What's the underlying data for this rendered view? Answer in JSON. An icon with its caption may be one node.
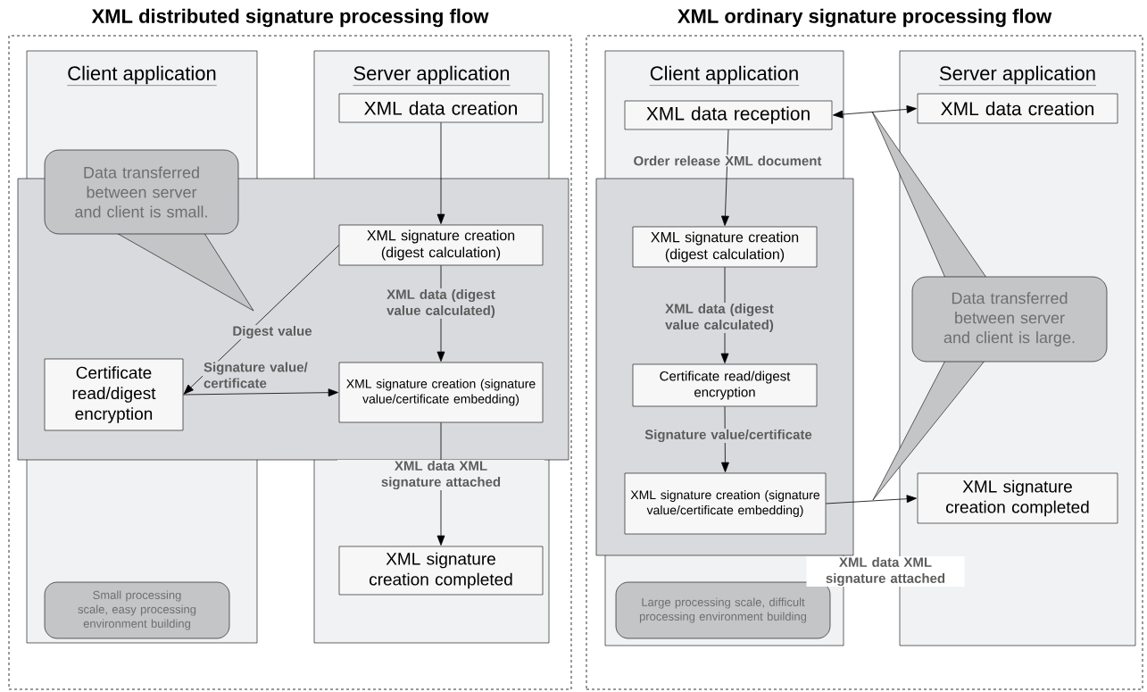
{
  "diagram": {
    "nodes": [
      {
        "text": [
          "XML distributed signature processing flow"
        ]
      },
      {
        "text": [
          "Client application"
        ],
        "in": 0
      },
      {
        "text": [
          "Server application"
        ],
        "in": 0
      },
      {
        "text": [
          "XML data creation"
        ],
        "in": 2
      },
      {
        "text": [
          "XML signature creation (digest calculation)"
        ],
        "in": 2
      },
      {
        "text": [
          "Certificate read/digest encryption"
        ],
        "in": 1
      },
      {
        "text": [
          "XML signature creation (signature value/certificate embedding)"
        ],
        "in": 2
      },
      {
        "text": [
          "XML signature creation completed"
        ],
        "in": 2
      },
      {
        "text": [
          "Data transferred between server and client is small."
        ],
        "in": 1
      },
      {
        "text": [
          "Small processing scale, easy processing environment building"
        ],
        "in": 1
      },
      {
        "text": [
          "XML ordinary signature processing flow"
        ]
      },
      {
        "text": [
          "Client application"
        ],
        "in": 10
      },
      {
        "text": [
          "Server application"
        ],
        "in": 10
      },
      {
        "text": [
          "XML data reception"
        ],
        "in": 11
      },
      {
        "text": [
          "XML data creation"
        ],
        "in": 12
      },
      {
        "text": [
          "XML signature creation (digest calculation)"
        ],
        "in": 11
      },
      {
        "text": [
          "Certificate read/digest encryption"
        ],
        "in": 11
      },
      {
        "text": [
          "XML signature creation (signature value/certificate embedding)"
        ],
        "in": 11
      },
      {
        "text": [
          "XML signature creation completed"
        ],
        "in": 12
      },
      {
        "text": [
          "Data transferred between server and client is large."
        ],
        "in": 10
      },
      {
        "text": [
          "Large processing scale, difficult processing environment building"
        ],
        "in": 11
      }
    ],
    "edges": [
      {
        "from": 3,
        "to": 4,
        "arrow": "to"
      },
      {
        "from": 4,
        "to": 5,
        "arrow": "to",
        "label": "Digest value"
      },
      {
        "from": 5,
        "to": 6,
        "arrow": "to",
        "label": "Signature value/ certificate"
      },
      {
        "from": 4,
        "to": 6,
        "arrow": "to",
        "label": "XML data (digest value calculated)"
      },
      {
        "from": 6,
        "to": 7,
        "arrow": "to",
        "label": "XML data XML signature attached"
      },
      {
        "from": 13,
        "to": 14,
        "arrow": "both"
      },
      {
        "from": 13,
        "to": 15,
        "arrow": "to",
        "label": "Order release XML document"
      },
      {
        "from": 15,
        "to": 16,
        "arrow": "to",
        "label": "XML data (digest value calculated)"
      },
      {
        "from": 16,
        "to": 17,
        "arrow": "to",
        "label": "Signature value/certificate"
      },
      {
        "from": 17,
        "to": 18,
        "arrow": "to",
        "label": "XML data XML signature attached"
      }
    ]
  }
}
